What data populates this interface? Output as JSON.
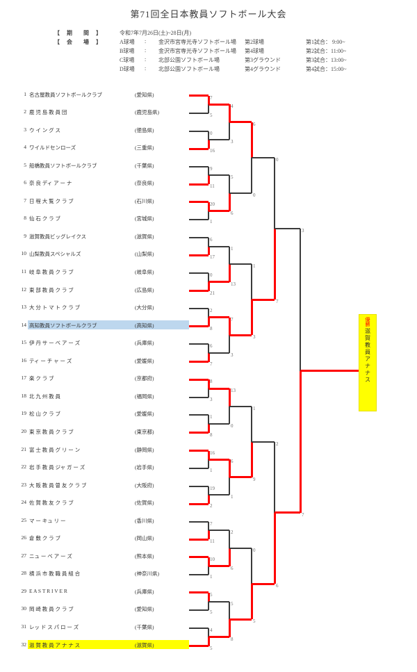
{
  "title": "第71回全日本教員ソフトボール大会",
  "info": {
    "period_label": "【 期　間 】",
    "venue_label": "【 会　場 】",
    "period_value": "令和7年7月26日(土)~28日(月)",
    "venues": [
      {
        "court": "A球場",
        "colon": ":",
        "place": "金沢市宮専光寺ソフトボール場",
        "field": "第2球場"
      },
      {
        "court": "B球場",
        "colon": ":",
        "place": "金沢市宮専光寺ソフトボール場",
        "field": "第4球場"
      },
      {
        "court": "C球場",
        "colon": ":",
        "place": "北部公園ソフトボール場",
        "field": "第3グラウンド"
      },
      {
        "court": "D球場",
        "colon": ":",
        "place": "北部公園ソフトボール場",
        "field": "第4グラウンド"
      }
    ],
    "games": [
      "第1試合：  9:00~",
      "第2試合：11:00~",
      "第3試合：13:00~",
      "第4試合：15:00~"
    ]
  },
  "teams": [
    {
      "no": "1",
      "name": "名古屋教員ソフトボールクラブ",
      "pref": "(愛知県)",
      "hl": ""
    },
    {
      "no": "2",
      "name": "鹿 児 島 教 員 団",
      "pref": "(鹿児島県)",
      "hl": ""
    },
    {
      "no": "3",
      "name": "ウ イ ン グ ス",
      "pref": "(徳島県)",
      "hl": ""
    },
    {
      "no": "4",
      "name": "ワイルドセンローズ",
      "pref": "(三重県)",
      "hl": ""
    },
    {
      "no": "5",
      "name": "船橋教員ソフトボールクラブ",
      "pref": "(千葉県)",
      "hl": ""
    },
    {
      "no": "6",
      "name": "奈 良 ディ ア ー ナ",
      "pref": "(奈良県)",
      "hl": ""
    },
    {
      "no": "7",
      "name": "日 程 大 覧 ク ラ ブ",
      "pref": "(石川県)",
      "hl": ""
    },
    {
      "no": "8",
      "name": "仙 石 ク ラ ブ",
      "pref": "(宮城県)",
      "hl": ""
    },
    {
      "no": "9",
      "name": "滋賀教員ビッグレイクス",
      "pref": "(滋賀県)",
      "hl": ""
    },
    {
      "no": "10",
      "name": "山梨教員スペシャルズ",
      "pref": "(山梨県)",
      "hl": ""
    },
    {
      "no": "11",
      "name": "岐 阜 教 員 ク ラ ブ",
      "pref": "(岐阜県)",
      "hl": ""
    },
    {
      "no": "12",
      "name": "東 部 教 員 ク ラ ブ",
      "pref": "(広島県)",
      "hl": ""
    },
    {
      "no": "13",
      "name": "大 分 ト マ ト ク ラ ブ",
      "pref": "(大分県)",
      "hl": ""
    },
    {
      "no": "14",
      "name": "高知教員ソフトボールクラブ",
      "pref": "(高知県)",
      "hl": "blue"
    },
    {
      "no": "15",
      "name": "伊 丹 サ ー ベ ア ー ズ",
      "pref": "(兵庫県)",
      "hl": ""
    },
    {
      "no": "16",
      "name": "ティ ー チ ャ ー ズ",
      "pref": "(愛媛県)",
      "hl": ""
    },
    {
      "no": "17",
      "name": "楽 ク ラ ブ",
      "pref": "(京都府)",
      "hl": ""
    },
    {
      "no": "18",
      "name": "北 九 州 教 員",
      "pref": "(福岡県)",
      "hl": ""
    },
    {
      "no": "19",
      "name": "松 山 ク ラ ブ",
      "pref": "(愛媛県)",
      "hl": ""
    },
    {
      "no": "20",
      "name": "東 京 教 員 ク ラ ブ",
      "pref": "(東京都)",
      "hl": ""
    },
    {
      "no": "21",
      "name": "富 士 教 員 グ リ ー ン",
      "pref": "(静岡県)",
      "hl": ""
    },
    {
      "no": "22",
      "name": "岩 手 教 員 ジャ ガ ー ズ",
      "pref": "(岩手県)",
      "hl": ""
    },
    {
      "no": "23",
      "name": "大 阪 教 員 曽 友 ク ラ ブ",
      "pref": "(大阪府)",
      "hl": ""
    },
    {
      "no": "24",
      "name": "佐 賀 教 友 ク ラ ブ",
      "pref": "(佐賀県)",
      "hl": ""
    },
    {
      "no": "25",
      "name": "マ ー キュ リ ー",
      "pref": "(香川県)",
      "hl": ""
    },
    {
      "no": "26",
      "name": "倉 敷 ク ラ ブ",
      "pref": "(岡山県)",
      "hl": ""
    },
    {
      "no": "27",
      "name": "ニュ ー ベ ア ー ズ",
      "pref": "(熊本県)",
      "hl": ""
    },
    {
      "no": "28",
      "name": "横 浜 市 教 職 員 組 合",
      "pref": "(神奈川県)",
      "hl": ""
    },
    {
      "no": "29",
      "name": "E A S T   R I V E R",
      "pref": "(兵庫県)",
      "hl": ""
    },
    {
      "no": "30",
      "name": "岡 崎 教 員 ク ラ ブ",
      "pref": "(愛知県)",
      "hl": ""
    },
    {
      "no": "31",
      "name": "レッ ド ス パ ロ ー ズ",
      "pref": "(千葉県)",
      "hl": ""
    },
    {
      "no": "32",
      "name": "滋 賀 教 員 ア ナ ナ ス",
      "pref": "(滋賀県)",
      "hl": "yellow"
    }
  ],
  "champion": {
    "crown": "優勝",
    "name": "滋賀教員アナナス"
  },
  "colors": {
    "win_line": "#ff0000",
    "lose_line": "#3a3a3a",
    "highlight_champion": "#ffff00",
    "highlight_team": "#bdd7ee"
  },
  "bracket_scores": {
    "round1": [
      {
        "id": "r1-m1-top",
        "value": "7"
      },
      {
        "id": "r1-m1-bot",
        "value": "5"
      },
      {
        "id": "r1-m2-top",
        "value": "0"
      },
      {
        "id": "r1-m2-bot",
        "value": "16"
      },
      {
        "id": "r1-m3-top",
        "value": "9"
      },
      {
        "id": "r1-m3-bot",
        "value": "11"
      },
      {
        "id": "r1-m4-top",
        "value": "20"
      },
      {
        "id": "r1-m4-bot",
        "value": "1"
      },
      {
        "id": "r1-m5-top",
        "value": "6"
      },
      {
        "id": "r1-m5-bot",
        "value": "17"
      },
      {
        "id": "r1-m6-top",
        "value": "0"
      },
      {
        "id": "r1-m6-bot",
        "value": "21"
      },
      {
        "id": "r1-m7-top",
        "value": "2"
      },
      {
        "id": "r1-m7-bot",
        "value": "8"
      },
      {
        "id": "r1-m8-top",
        "value": "6"
      },
      {
        "id": "r1-m8-bot",
        "value": "7"
      },
      {
        "id": "r1-m9-top",
        "value": "8"
      },
      {
        "id": "r1-m9-bot",
        "value": "3"
      },
      {
        "id": "r1-m10-top",
        "value": "1"
      },
      {
        "id": "r1-m10-bot",
        "value": "8"
      },
      {
        "id": "r1-m11-top",
        "value": "16"
      },
      {
        "id": "r1-m11-bot",
        "value": "1"
      },
      {
        "id": "r1-m12-top",
        "value": "19"
      },
      {
        "id": "r1-m12-bot",
        "value": "2"
      },
      {
        "id": "r1-m13-top",
        "value": "7"
      },
      {
        "id": "r1-m13-bot",
        "value": "11"
      },
      {
        "id": "r1-m14-top",
        "value": "10"
      },
      {
        "id": "r1-m14-bot",
        "value": "1"
      },
      {
        "id": "r1-m15-top",
        "value": "5"
      },
      {
        "id": "r1-m15-bot",
        "value": "5"
      },
      {
        "id": "r1-m16-top",
        "value": "4"
      },
      {
        "id": "r1-m16-bot",
        "value": "5"
      }
    ],
    "round2": [
      {
        "id": "r2-m1-top",
        "value": "4"
      },
      {
        "id": "r2-m1-bot",
        "value": "3"
      },
      {
        "id": "r2-m2-top",
        "value": "5"
      },
      {
        "id": "r2-m2-bot",
        "value": "6"
      },
      {
        "id": "r2-m3-top",
        "value": "1"
      },
      {
        "id": "r2-m3-bot",
        "value": "13"
      },
      {
        "id": "r2-m4-top",
        "value": "7"
      },
      {
        "id": "r2-m4-bot",
        "value": "3"
      },
      {
        "id": "r2-m5-top",
        "value": "13"
      },
      {
        "id": "r2-m5-bot",
        "value": "0"
      },
      {
        "id": "r2-m6-top",
        "value": "6"
      },
      {
        "id": "r2-m6-bot",
        "value": "1"
      },
      {
        "id": "r2-m7-top",
        "value": "2"
      },
      {
        "id": "r2-m7-bot",
        "value": "6"
      },
      {
        "id": "r2-m8-top",
        "value": "5"
      },
      {
        "id": "r2-m8-bot",
        "value": "8"
      }
    ],
    "round3": [
      {
        "id": "r3-m1-top",
        "value": "6"
      },
      {
        "id": "r3-m1-bot",
        "value": "0"
      },
      {
        "id": "r3-m2-top",
        "value": "1"
      },
      {
        "id": "r3-m2-bot",
        "value": "3"
      },
      {
        "id": "r3-m3-top",
        "value": "1"
      },
      {
        "id": "r3-m3-bot",
        "value": "9"
      },
      {
        "id": "r3-m4-top",
        "value": "0"
      },
      {
        "id": "r3-m4-bot",
        "value": "5"
      }
    ],
    "round4": [
      {
        "id": "r4-m1-top",
        "value": "0"
      },
      {
        "id": "r4-m1-bot",
        "value": "7"
      },
      {
        "id": "r4-m2-top",
        "value": "2"
      },
      {
        "id": "r4-m2-bot",
        "value": "6"
      }
    ],
    "semifinal": [
      {
        "id": "sf-top",
        "value": "3"
      },
      {
        "id": "sf-bot",
        "value": "7"
      }
    ]
  }
}
